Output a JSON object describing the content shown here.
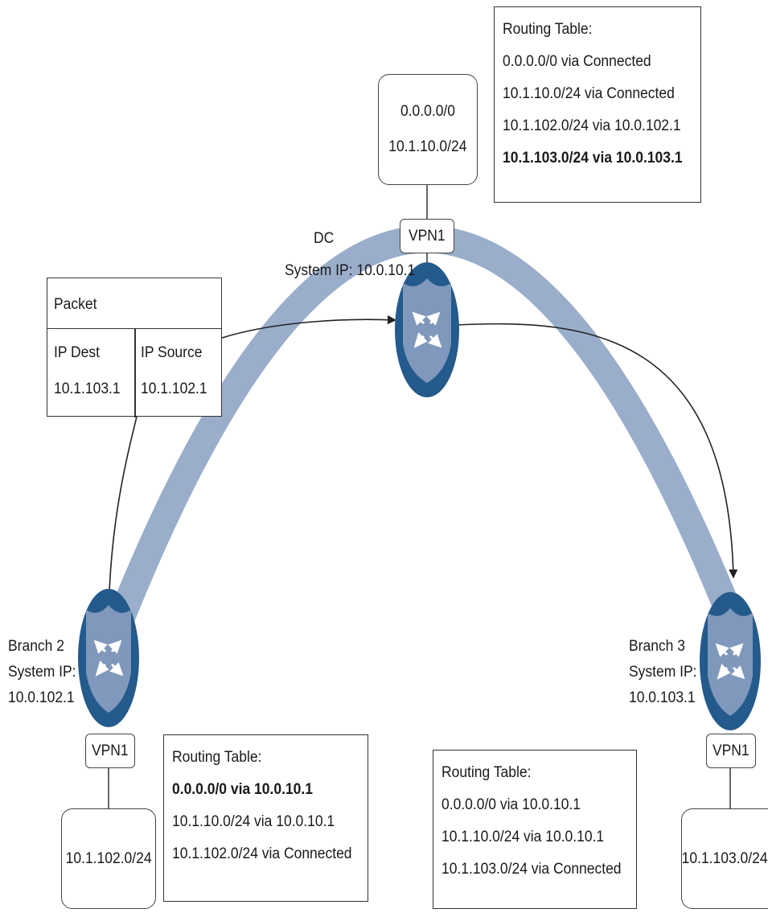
{
  "dc": {
    "name": "DC",
    "system_ip": "System IP: 10.0.10.1",
    "vpn": "VPN1",
    "networks": [
      "0.0.0.0/0",
      "10.1.10.0/24"
    ],
    "routing_table": {
      "title": "Routing Table:",
      "routes": [
        {
          "text": "0.0.0.0/0 via Connected",
          "bold": false
        },
        {
          "text": "10.1.10.0/24 via Connected",
          "bold": false
        },
        {
          "text": "10.1.102.0/24 via 10.0.102.1",
          "bold": false
        },
        {
          "text": "10.1.103.0/24 via 10.0.103.1",
          "bold": true
        }
      ]
    }
  },
  "branch2": {
    "name": "Branch 2",
    "system_ip_label": "System IP:",
    "system_ip": "10.0.102.1",
    "vpn": "VPN1",
    "network": "10.1.102.0/24",
    "routing_table": {
      "title": "Routing Table:",
      "routes": [
        {
          "text": "0.0.0.0/0 via 10.0.10.1",
          "bold": true
        },
        {
          "text": "10.1.10.0/24 via 10.0.10.1",
          "bold": false
        },
        {
          "text": "10.1.102.0/24 via Connected",
          "bold": false
        }
      ]
    }
  },
  "branch3": {
    "name": "Branch 3",
    "system_ip_label": "System IP:",
    "system_ip": "10.0.103.1",
    "vpn": "VPN1",
    "network": "10.1.103.0/24",
    "routing_table": {
      "title": "Routing Table:",
      "routes": [
        {
          "text": "0.0.0.0/0 via 10.0.10.1",
          "bold": false
        },
        {
          "text": "10.1.10.0/24 via 10.0.10.1",
          "bold": false
        },
        {
          "text": "10.1.103.0/24 via Connected",
          "bold": false
        }
      ]
    }
  },
  "packet": {
    "title": "Packet",
    "dest_label": "IP Dest",
    "dest_value": "10.1.103.1",
    "source_label": "IP Source",
    "source_value": "10.1.102.1"
  },
  "colors": {
    "tunnel": "#9aaecb",
    "router_outer": "#245a8c",
    "router_shield": "#7f98bc",
    "line": "#222222"
  },
  "icons": {
    "router": "router-shield-icon",
    "arrow": "arrow-head-icon"
  }
}
